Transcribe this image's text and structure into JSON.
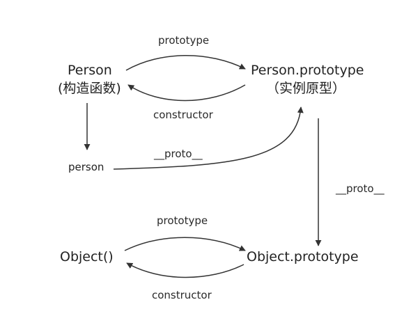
{
  "diagram": {
    "nodes": {
      "person_constructor": {
        "name": "Person",
        "subtitle": "(构造函数)"
      },
      "person_prototype": {
        "name": "Person.prototype",
        "subtitle": "（实例原型）"
      },
      "person_instance": {
        "name": "person"
      },
      "object_constructor": {
        "name": "Object()"
      },
      "object_prototype": {
        "name": "Object.prototype"
      }
    },
    "edges": {
      "person_prototype_edge": {
        "label": "prototype",
        "from": "Person",
        "to": "Person.prototype"
      },
      "person_constructor_edge": {
        "label": "constructor",
        "from": "Person.prototype",
        "to": "Person"
      },
      "person_new_edge": {
        "label": "",
        "from": "Person",
        "to": "person"
      },
      "person_proto_edge": {
        "label": "__proto__",
        "from": "person",
        "to": "Person.prototype"
      },
      "person_prototype_proto_edge": {
        "label": "__proto__",
        "from": "Person.prototype",
        "to": "Object.prototype"
      },
      "object_prototype_edge": {
        "label": "prototype",
        "from": "Object()",
        "to": "Object.prototype"
      },
      "object_constructor_edge": {
        "label": "constructor",
        "from": "Object.prototype",
        "to": "Object()"
      }
    }
  }
}
